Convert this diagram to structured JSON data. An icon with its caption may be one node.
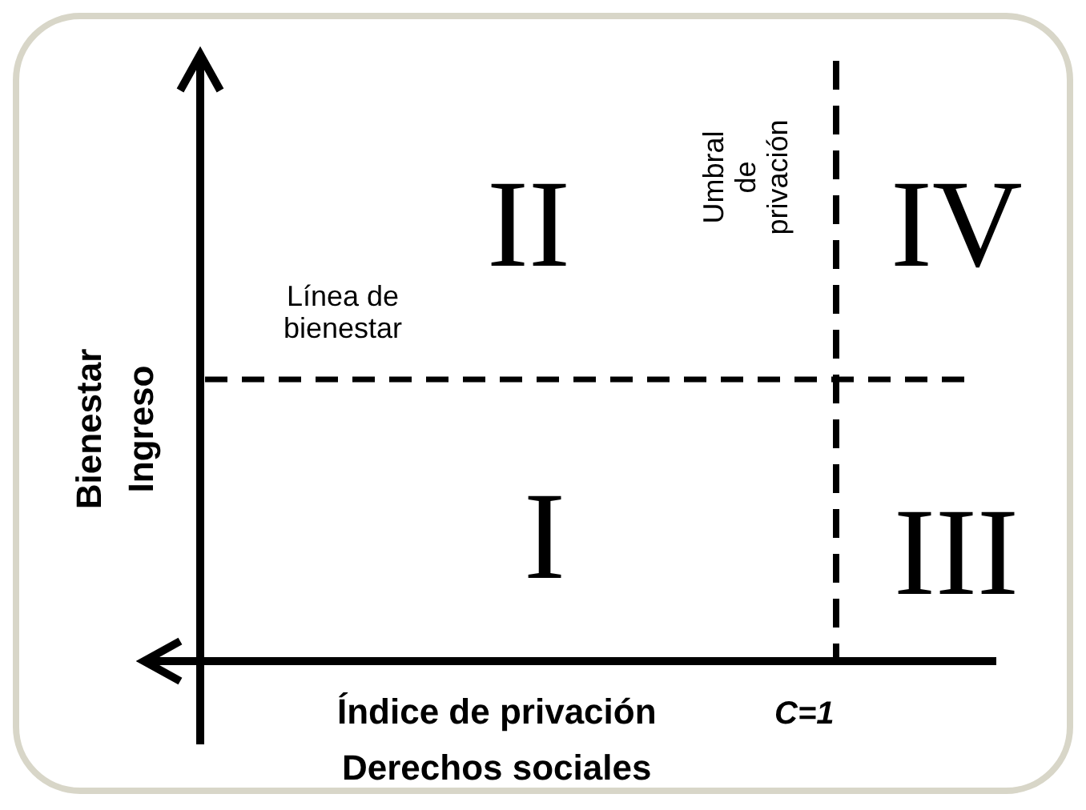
{
  "diagram": {
    "labels": [
      "II",
      "IV",
      "Umbral de privación",
      "Línea de bienestar",
      "Bienestar",
      "Ingreso",
      "I",
      "III",
      "Índice de privación",
      "C=1",
      "Derechos sociales"
    ]
  }
}
